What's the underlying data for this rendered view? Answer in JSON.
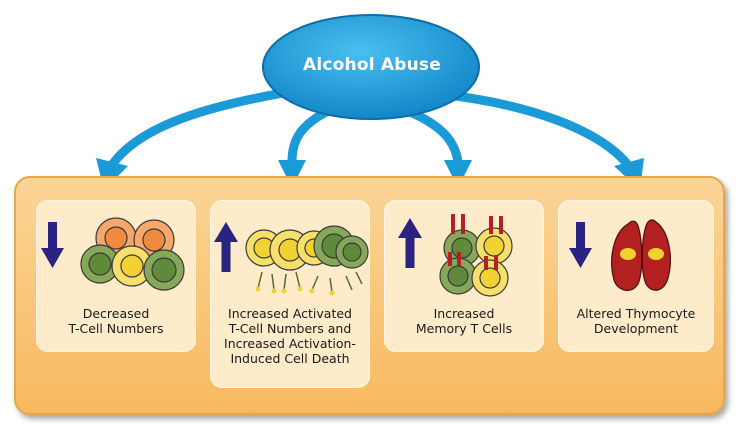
{
  "title": "Alcohol Abuse",
  "effects": [
    {
      "label": "Decreased\nT-Cell Numbers",
      "direction": "down",
      "icon": "mixed-t-cells-cluster"
    },
    {
      "label": "Increased Activated\nT-Cell Numbers and\nIncreased Activation-\nInduced Cell Death",
      "direction": "up",
      "icon": "activated-apoptotic-t-cells"
    },
    {
      "label": "Increased\nMemory T Cells",
      "direction": "up",
      "icon": "memory-t-cells-with-receptors"
    },
    {
      "label": "Altered Thymocyte\nDevelopment",
      "direction": "down",
      "icon": "thymus-lobes"
    }
  ],
  "colors": {
    "ellipse": "#1f9fd8",
    "arrow": "#1b9ad8",
    "panel": "#f7b95f",
    "card": "#fdebc9",
    "indicator_arrow": "#2a2380",
    "cell_green": "#5e8a3a",
    "cell_yellow": "#f2d232",
    "cell_orange": "#f08a3c",
    "receptor": "#b3202a",
    "thymus": "#b3201f"
  }
}
